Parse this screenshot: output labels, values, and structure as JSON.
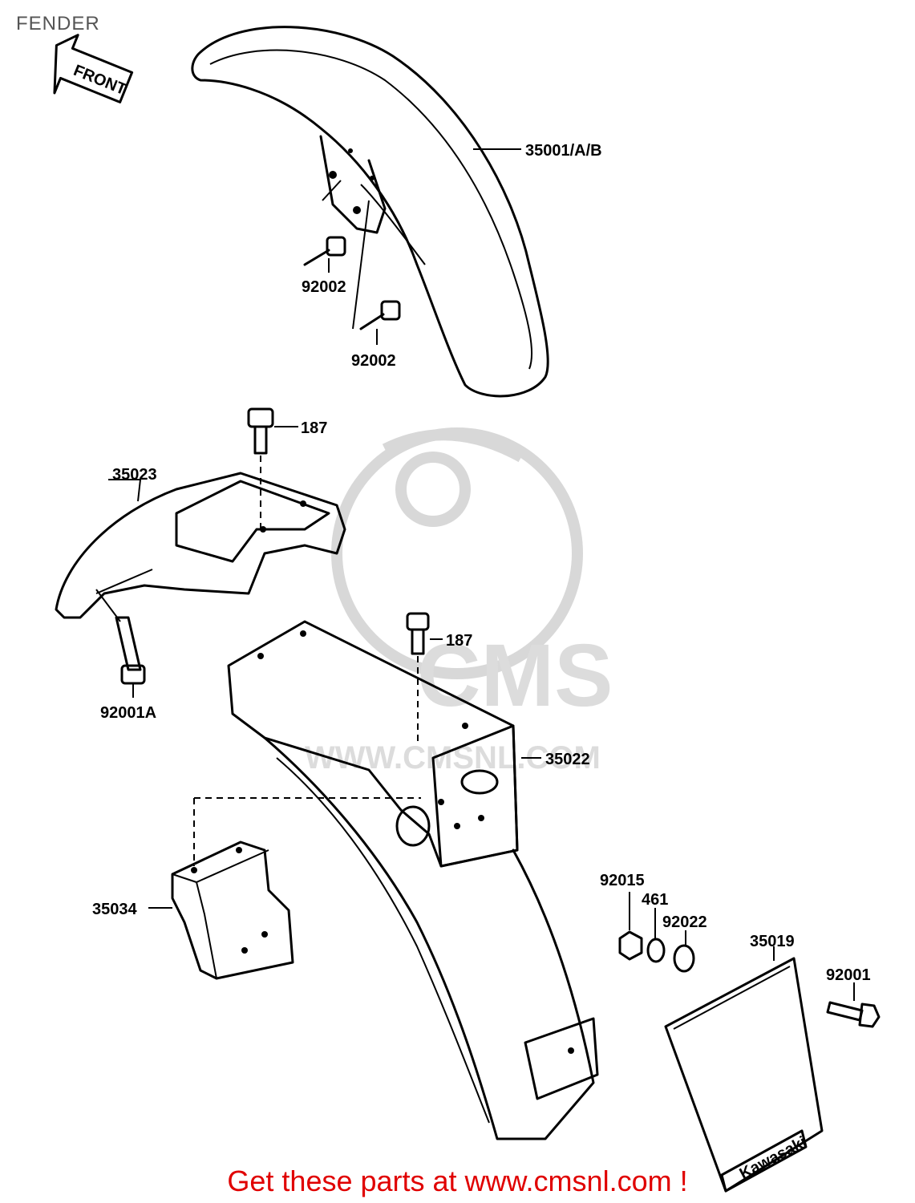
{
  "title": "FENDER",
  "front_arrow": {
    "label": "FRONT"
  },
  "watermark": {
    "brand": "CMS",
    "url": "WWW.CMSNL.COM"
  },
  "parts": [
    {
      "id": "35001/A/B"
    },
    {
      "id": "92002"
    },
    {
      "id": "92002"
    },
    {
      "id": "187"
    },
    {
      "id": "35023"
    },
    {
      "id": "92001A"
    },
    {
      "id": "187"
    },
    {
      "id": "35022"
    },
    {
      "id": "35034"
    },
    {
      "id": "92015"
    },
    {
      "id": "461"
    },
    {
      "id": "92022"
    },
    {
      "id": "35019"
    },
    {
      "id": "92001"
    }
  ],
  "plate_logo": "Kawasaki",
  "footer": "Get these parts at www.cmsnl.com !"
}
